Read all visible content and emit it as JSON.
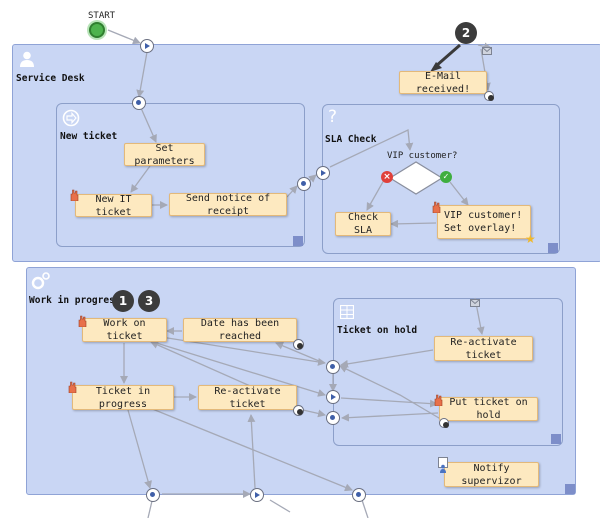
{
  "start": {
    "label": "START"
  },
  "pools": {
    "service_desk": {
      "label": "Service Desk"
    },
    "work_in_progress": {
      "label": "Work in progress"
    }
  },
  "subprocesses": {
    "new_ticket": {
      "label": "New ticket"
    },
    "sla_check": {
      "label": "SLA Check"
    },
    "ticket_on_hold": {
      "label": "Ticket on hold"
    }
  },
  "tasks": {
    "email_received": "E-Mail received!",
    "set_parameters": "Set parameters",
    "new_it_ticket": "New IT ticket",
    "send_notice": "Send notice of receipt",
    "vip_overlay": "VIP customer! Set overlay!",
    "check_sla": "Check SLA",
    "work_on_ticket": "Work on ticket",
    "date_reached": "Date has been reached",
    "reactivate_ticket_hold": "Re-activate ticket",
    "ticket_in_progress": "Ticket in progress",
    "reactivate_ticket": "Re-activate ticket",
    "put_on_hold": "Put ticket on hold",
    "notify_supervisor": "Notify supervizor"
  },
  "gateway": {
    "label": "VIP customer?"
  },
  "badges": {
    "b1": "1",
    "b2": "2",
    "b3": "3"
  },
  "colors": {
    "pool_fill": "#c9d6f4",
    "pool_border": "#8fa3d6",
    "task_fill": "#fde9c0",
    "task_border": "#e3b97a",
    "edge": "#a5a9b6",
    "start_event": "#4db34d",
    "badge": "#3c3c3c"
  },
  "icons": {
    "start_event": "green-circle-icon",
    "pool_user": "user-icon",
    "pool_gear": "gears-icon",
    "new_ticket": "arrow-circle-icon",
    "sla_check": "question-icon",
    "ticket_on_hold": "grid-icon",
    "message": "envelope-icon",
    "timer": "timer-icon",
    "hand": "hand-icon",
    "star": "star-icon",
    "person": "person-icon",
    "reject": "red-x-icon",
    "accept": "green-check-icon"
  }
}
